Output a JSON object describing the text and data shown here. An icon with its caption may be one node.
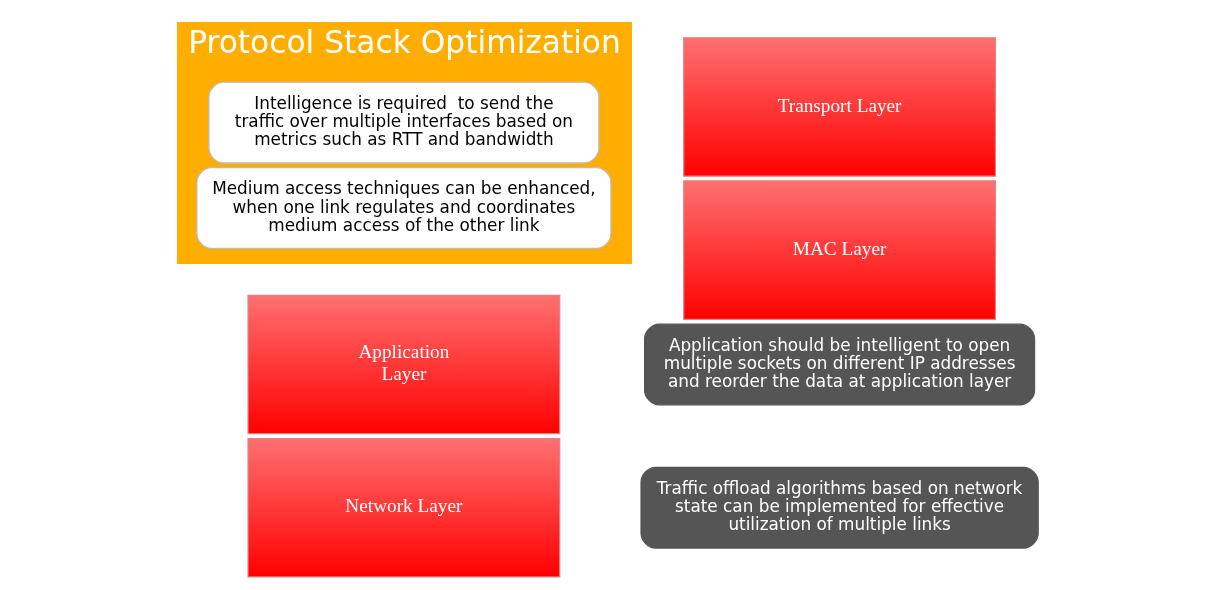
{
  "diagram": {
    "nodes": [
      {
        "text": [
          "Protocol Stack Optimization"
        ]
      },
      {
        "text": [
          "Application Layer"
        ]
      },
      {
        "text": [
          "Application should be intelligent to open multiple sockets on different IP addresses and reorder the data at application layer"
        ]
      },
      {
        "text": [
          "Intelligence is required  to send the traffic over multiple interfaces based on metrics such as RTT and bandwidth"
        ],
        "in": 0
      },
      {
        "text": [
          "Transport Layer"
        ]
      },
      {
        "text": [
          "Network Layer"
        ]
      },
      {
        "text": [
          "Traffic offload algorithms based on network state can be implemented for effective utilization of multiple links"
        ]
      },
      {
        "text": [
          "Medium access techniques can be enhanced, when one link regulates and coordinates medium access of the other link"
        ],
        "in": 0
      },
      {
        "text": [
          "MAC Layer"
        ]
      }
    ]
  }
}
